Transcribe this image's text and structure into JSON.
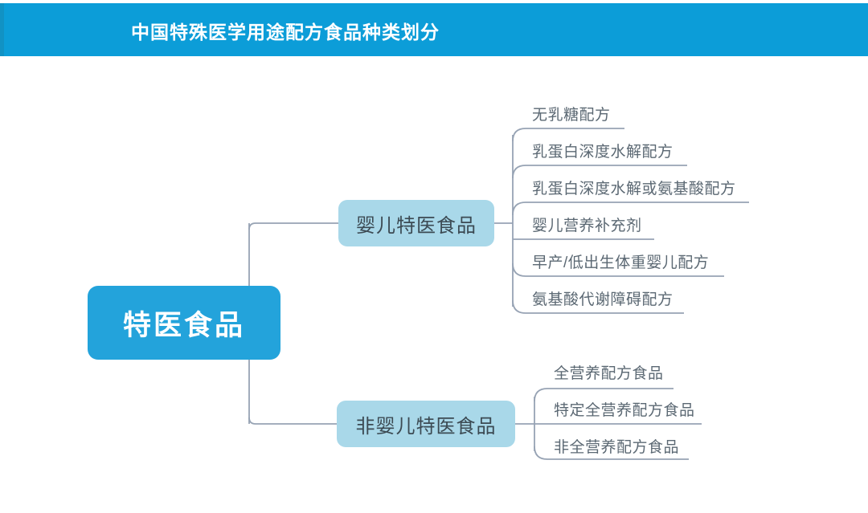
{
  "header": {
    "title": "中国特殊医学用途配方食品种类划分",
    "background_color": "#0c9dd8",
    "text_color": "#ffffff"
  },
  "colors": {
    "header_blue": "#0c9dd8",
    "root_blue": "#23a3db",
    "branch_light_blue": "#a9d8e9",
    "connector_gray": "#97a3b4",
    "leaf_text": "#5b6873",
    "branch_text": "#3c4a53",
    "canvas": "#ffffff"
  },
  "diagram": {
    "type": "mindmap",
    "root": {
      "label": "特医食品"
    },
    "branches": [
      {
        "label": "婴儿特医食品",
        "leaves": [
          {
            "label": "无乳糖配方"
          },
          {
            "label": "乳蛋白深度水解配方"
          },
          {
            "label": "乳蛋白深度水解或氨基酸配方"
          },
          {
            "label": "婴儿营养补充剂"
          },
          {
            "label": "早产/低出生体重婴儿配方"
          },
          {
            "label": "氨基酸代谢障碍配方"
          }
        ]
      },
      {
        "label": "非婴儿特医食品",
        "leaves": [
          {
            "label": "全营养配方食品"
          },
          {
            "label": "特定全营养配方食品"
          },
          {
            "label": "非全营养配方食品"
          }
        ]
      }
    ]
  }
}
